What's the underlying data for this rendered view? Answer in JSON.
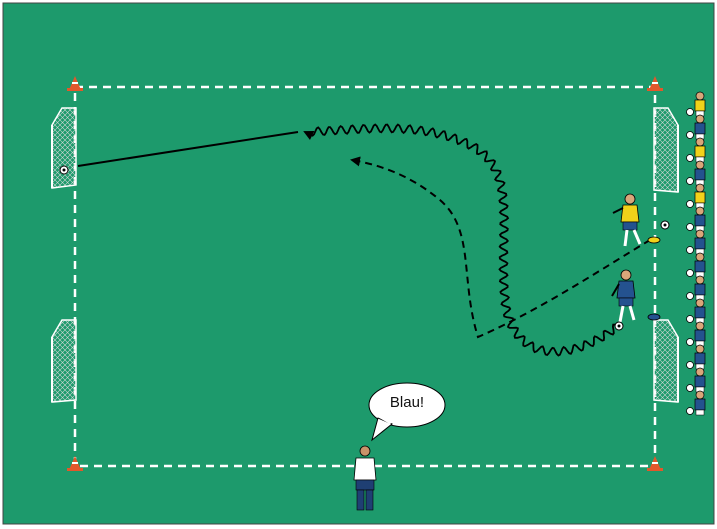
{
  "coach": {
    "speech": "Blau!"
  },
  "colors": {
    "pitch": "#1d9a6c",
    "lines": "#ffffff",
    "team_yellow": "#f1d21a",
    "team_blue": "#24528f",
    "cone_orange": "#e2572b",
    "coach_shirt": "#ffffff",
    "coach_pants": "#1f3f73"
  },
  "icons": [
    "cone-icon",
    "goal-icon",
    "ball-icon",
    "player-icon",
    "coach-icon",
    "flat-marker-icon"
  ],
  "teams": {
    "queue_players": 14,
    "active_players": [
      "yellow",
      "blue"
    ]
  }
}
